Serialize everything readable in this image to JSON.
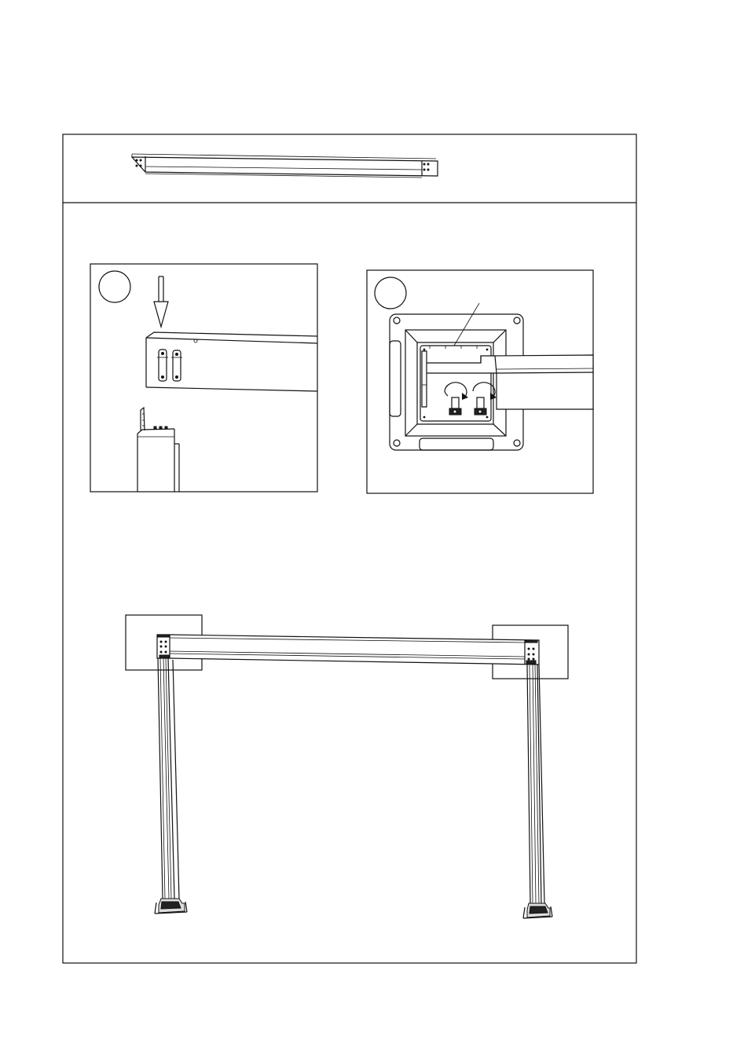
{
  "document": {
    "type": "assembly-instruction-page",
    "sections": [
      "part-preview",
      "step-details",
      "assembled-overview"
    ]
  },
  "step_details": {
    "detail_1": {
      "badge_label": "",
      "arrow": "insert-down"
    },
    "detail_2": {
      "badge_label": "",
      "rotation_arrows": 2
    }
  },
  "icons": [
    "down-arrow-icon",
    "rotate-arrow-icon",
    "screw-icon"
  ]
}
